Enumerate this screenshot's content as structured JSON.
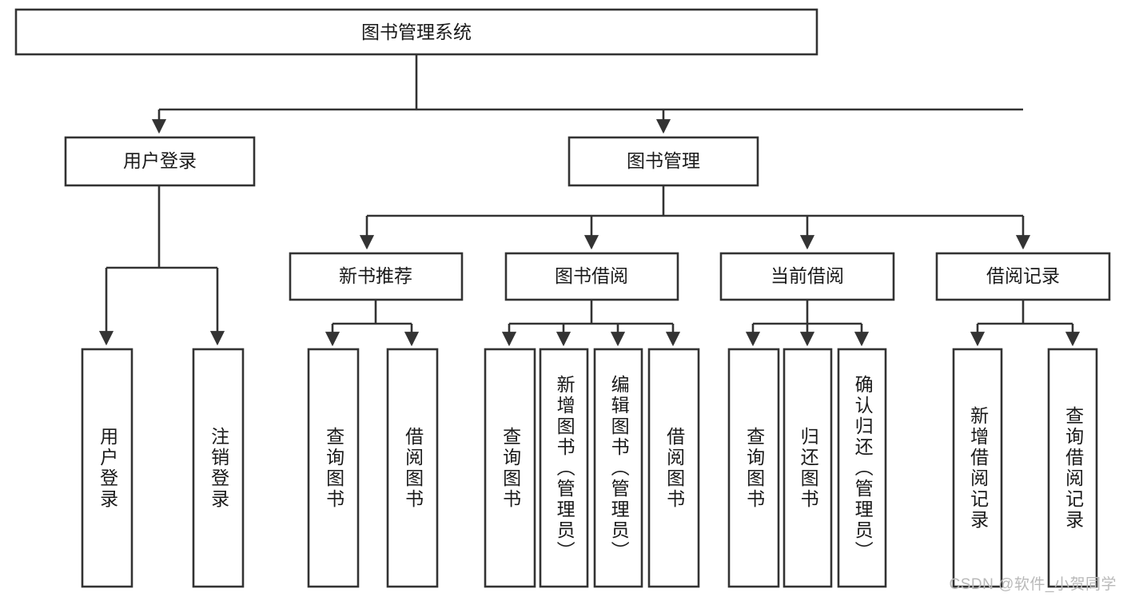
{
  "diagram": {
    "title": "图书管理系统",
    "type": "tree-hierarchy",
    "orientation": "top-down",
    "colors": {
      "box_stroke": "#333333",
      "box_fill": "#ffffff",
      "text": "#1a1a1a",
      "canvas": "#ffffff",
      "watermark": "#b9b9b9"
    },
    "root": {
      "label": "图书管理系统"
    },
    "level2": [
      {
        "id": "user-login",
        "label": "用户登录"
      },
      {
        "id": "book-management",
        "label": "图书管理"
      }
    ],
    "level3": [
      {
        "id": "new-book-recommend",
        "label": "新书推荐",
        "parent": "book-management"
      },
      {
        "id": "book-borrow",
        "label": "图书借阅",
        "parent": "book-management"
      },
      {
        "id": "current-borrow",
        "label": "当前借阅",
        "parent": "book-management"
      },
      {
        "id": "borrow-record",
        "label": "借阅记录",
        "parent": "book-management"
      }
    ],
    "leaves": [
      {
        "id": "leaf-user-login",
        "label": "用户登录",
        "parent": "user-login"
      },
      {
        "id": "leaf-logout",
        "label": "注销登录",
        "parent": "user-login"
      },
      {
        "id": "leaf-query-book-1",
        "label": "查询图书",
        "parent": "new-book-recommend"
      },
      {
        "id": "leaf-borrow-book-1",
        "label": "借阅图书",
        "parent": "new-book-recommend"
      },
      {
        "id": "leaf-query-book-2",
        "label": "查询图书",
        "parent": "book-borrow"
      },
      {
        "id": "leaf-add-book",
        "label": "新增图书（管理员）",
        "parent": "book-borrow"
      },
      {
        "id": "leaf-edit-book",
        "label": "编辑图书（管理员）",
        "parent": "book-borrow"
      },
      {
        "id": "leaf-borrow-book-2",
        "label": "借阅图书",
        "parent": "book-borrow"
      },
      {
        "id": "leaf-query-book-3",
        "label": "查询图书",
        "parent": "current-borrow"
      },
      {
        "id": "leaf-return-book",
        "label": "归还图书",
        "parent": "current-borrow"
      },
      {
        "id": "leaf-confirm-return",
        "label": "确认归还（管理员）",
        "parent": "current-borrow"
      },
      {
        "id": "leaf-add-record",
        "label": "新增借阅记录",
        "parent": "borrow-record"
      },
      {
        "id": "leaf-query-record",
        "label": "查询借阅记录",
        "parent": "borrow-record"
      }
    ],
    "watermark": "CSDN @软件_小贺同学"
  }
}
